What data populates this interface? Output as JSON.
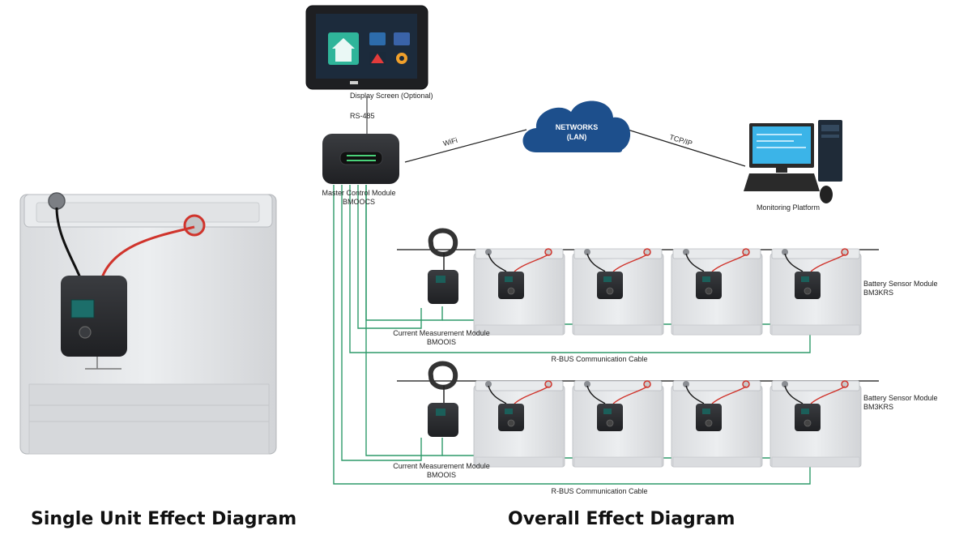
{
  "diagram": {
    "display_screen_label": "Display Screen (Optional)",
    "rs485_label": "RS-485",
    "wifi_label": "WiFi",
    "tcpip_label": "TCP/IP",
    "networks_line1": "NETWORKS",
    "networks_line2": "(LAN)",
    "master_label_line1": "Master Control Module",
    "master_label_line2": "BMOOCS",
    "monitoring_label": "Monitoring Platform",
    "rows": [
      {
        "current_module_line1": "Current Measurement Module",
        "current_module_line2": "BMOOIS",
        "battery_sensor_line1": "Battery Sensor Module",
        "battery_sensor_line2": "BM3KRS",
        "rbus_label": "R-BUS Communication Cable"
      },
      {
        "current_module_line1": "Current Measurement Module",
        "current_module_line2": "BMOOIS",
        "battery_sensor_line1": "Battery Sensor Module",
        "battery_sensor_line2": "BM3KRS",
        "rbus_label": "R-BUS Communication Cable"
      }
    ],
    "single_unit_title": "Single Unit Effect Diagram",
    "overall_title": "Overall Effect Diagram"
  },
  "colors": {
    "cable_green": "#2e9a6a",
    "cloud_blue": "#1d4f8c",
    "red_cable": "#d0342c",
    "module_dark": "#2b2d31",
    "battery_grey": "#e3e5e8"
  },
  "icons": [
    "home-icon",
    "warning-icon",
    "gear-icon",
    "cloud-icon",
    "computer-icon"
  ]
}
